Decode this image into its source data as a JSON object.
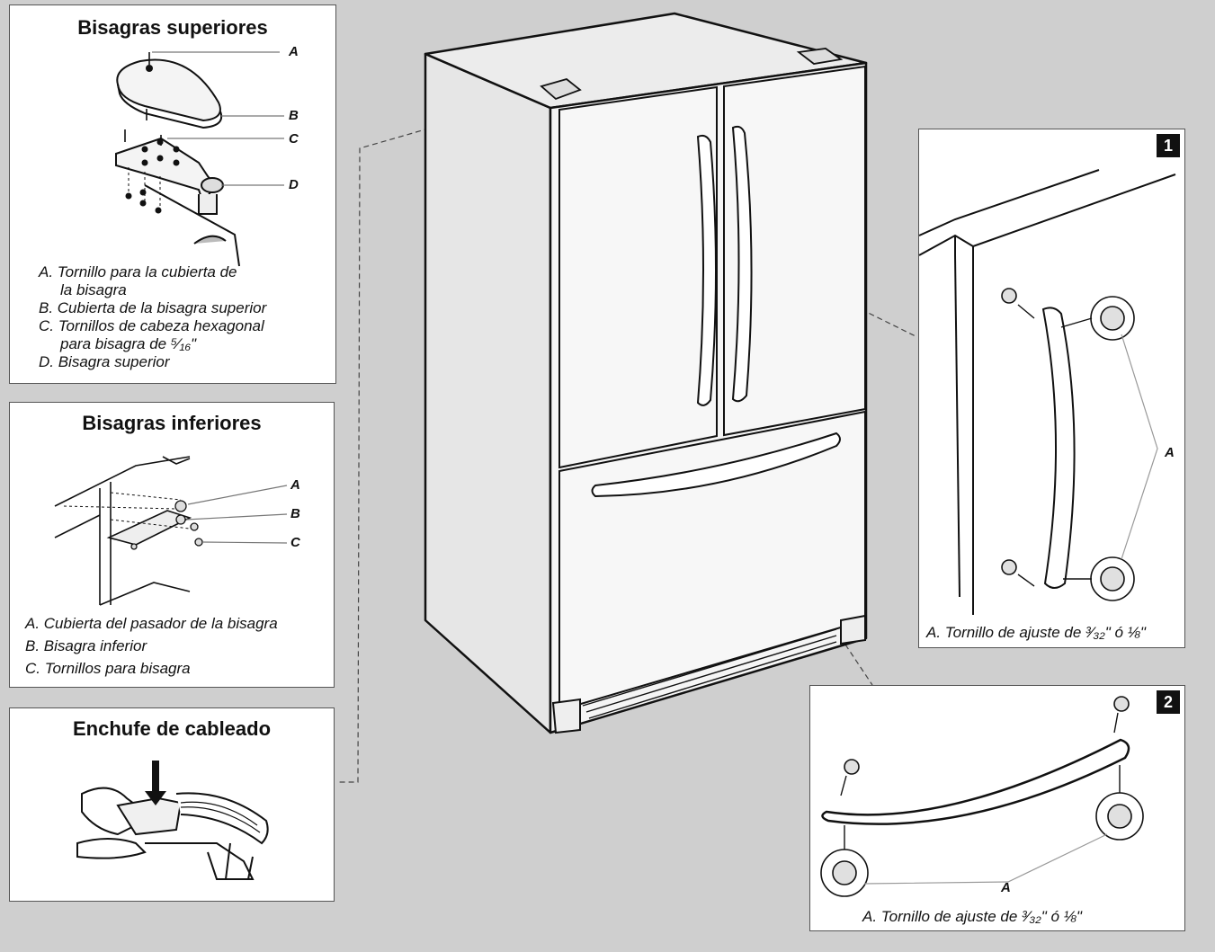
{
  "top_hinges": {
    "title": "Bisagras superiores",
    "callouts": [
      "A",
      "B",
      "C",
      "D"
    ],
    "legend": [
      "A. Tornillo para la cubierta de",
      "la bisagra",
      "B. Cubierta de la bisagra superior",
      "C. Tornillos de cabeza hexagonal",
      "para bisagra de ⁵⁄₁₆\"",
      "D. Bisagra superior"
    ]
  },
  "bottom_hinges": {
    "title": "Bisagras inferiores",
    "callouts": [
      "A",
      "B",
      "C"
    ],
    "legend": [
      "A. Cubierta del pasador de la bisagra",
      "B. Bisagra inferior",
      "C. Tornillos para bisagra"
    ]
  },
  "wiring_plug": {
    "title": "Enchufe de cableado"
  },
  "step1": {
    "badge": "1",
    "callout": "A",
    "note": "A. Tornillo de ajuste de ³⁄₃₂\" ó ⅛\""
  },
  "step2": {
    "badge": "2",
    "callout": "A",
    "note": "A. Tornillo de ajuste de ³⁄₃₂\" ó ⅛\""
  },
  "colors": {
    "background": "#cfcfcf",
    "panel": "#ffffff",
    "line": "#111111",
    "leader": "#555555"
  }
}
